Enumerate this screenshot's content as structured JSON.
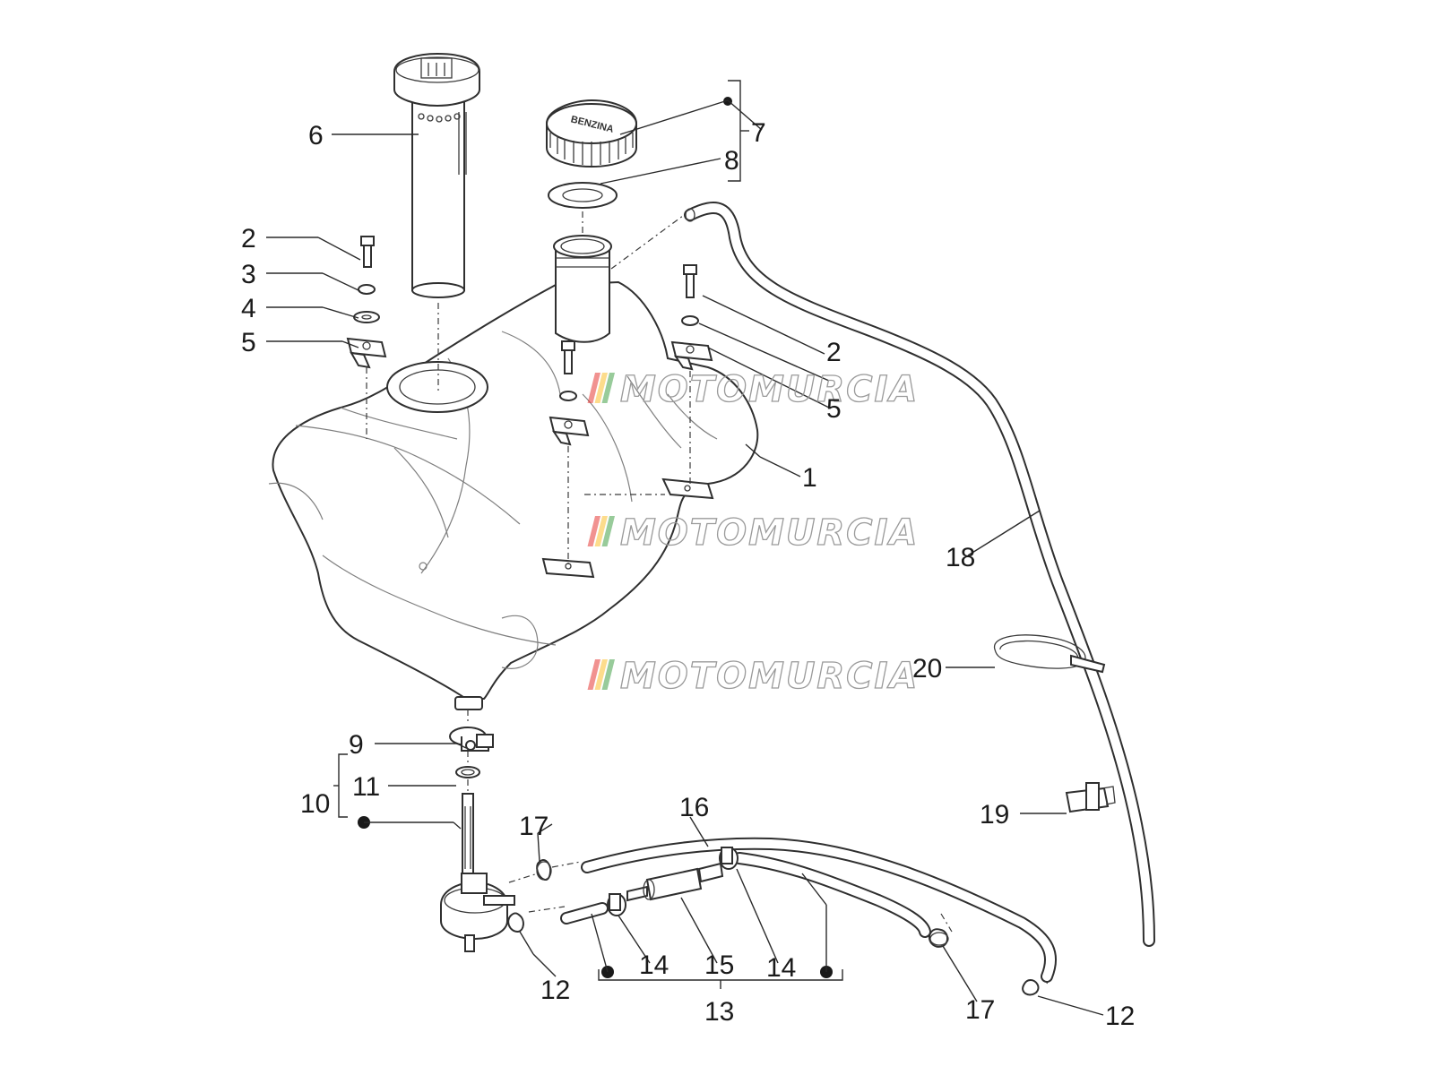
{
  "watermark": {
    "text": "MOTOMURCIA",
    "colors": [
      "#e53935",
      "#fbc02d",
      "#43a047",
      "#9a9a9a"
    ]
  },
  "labels": {
    "l1": "1",
    "l2a": "2",
    "l2b": "2",
    "l3": "3",
    "l4": "4",
    "l5a": "5",
    "l5b": "5",
    "l6": "6",
    "l7": "7",
    "l8": "8",
    "l9": "9",
    "l10": "10",
    "l11": "11",
    "l12a": "12",
    "l12b": "12",
    "l13": "13",
    "l14a": "14",
    "l14b": "14",
    "l15": "15",
    "l16": "16",
    "l17a": "17",
    "l17b": "17",
    "l18": "18",
    "l19": "19",
    "l20": "20"
  },
  "cap_text": "BENZINA"
}
